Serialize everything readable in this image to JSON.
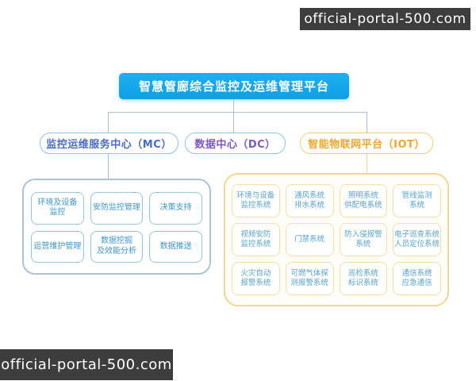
{
  "watermark": {
    "text": "official-portal-500.com"
  },
  "diagram": {
    "root": {
      "label": "智慧管廊综合监控及运维管理平台"
    },
    "level2": {
      "mc": {
        "label": "监控运维服务中心（MC）"
      },
      "dc": {
        "label": "数据中心（DC）"
      },
      "iot": {
        "label": "智能物联网平台（IOT）"
      }
    },
    "mc_group": {
      "items": [
        {
          "label": "环境及设备\n监控"
        },
        {
          "label": "安防监控管理"
        },
        {
          "label": "决策支持"
        },
        {
          "label": "运营维护管理"
        },
        {
          "label": "数据挖掘\n及效能分析"
        },
        {
          "label": "数据推送"
        }
      ]
    },
    "iot_group": {
      "items": [
        {
          "label": "环境与设备\n监控系统"
        },
        {
          "label": "通风系统\n排水系统"
        },
        {
          "label": "照明系统\n供配电系统"
        },
        {
          "label": "管线监测\n系统"
        },
        {
          "label": "视频安防\n监控系统"
        },
        {
          "label": "门禁系统"
        },
        {
          "label": "防入侵报警\n系统"
        },
        {
          "label": "电子巡查系统\n人员定位系统"
        },
        {
          "label": "火灾自动\n报警系统"
        },
        {
          "label": "可燃气体探\n测报警系统"
        },
        {
          "label": "巡检系统\n标识系统"
        },
        {
          "label": "通信系统\n应急通信"
        }
      ]
    },
    "colors": {
      "root_fill": "#14a6e9",
      "connector": "#aac1d2",
      "connector_yellow": "#e9d49c",
      "mc_text": "#4a6cc8",
      "dc_text": "#7e57c2",
      "iot_text": "#f0a830",
      "blue_node_text": "#3e98d0",
      "iot_node_text": "#58a3cf",
      "mc_border": "#aac4da",
      "iot_border": "#f2d795",
      "watermark_bg": "#3d3d3d"
    }
  }
}
